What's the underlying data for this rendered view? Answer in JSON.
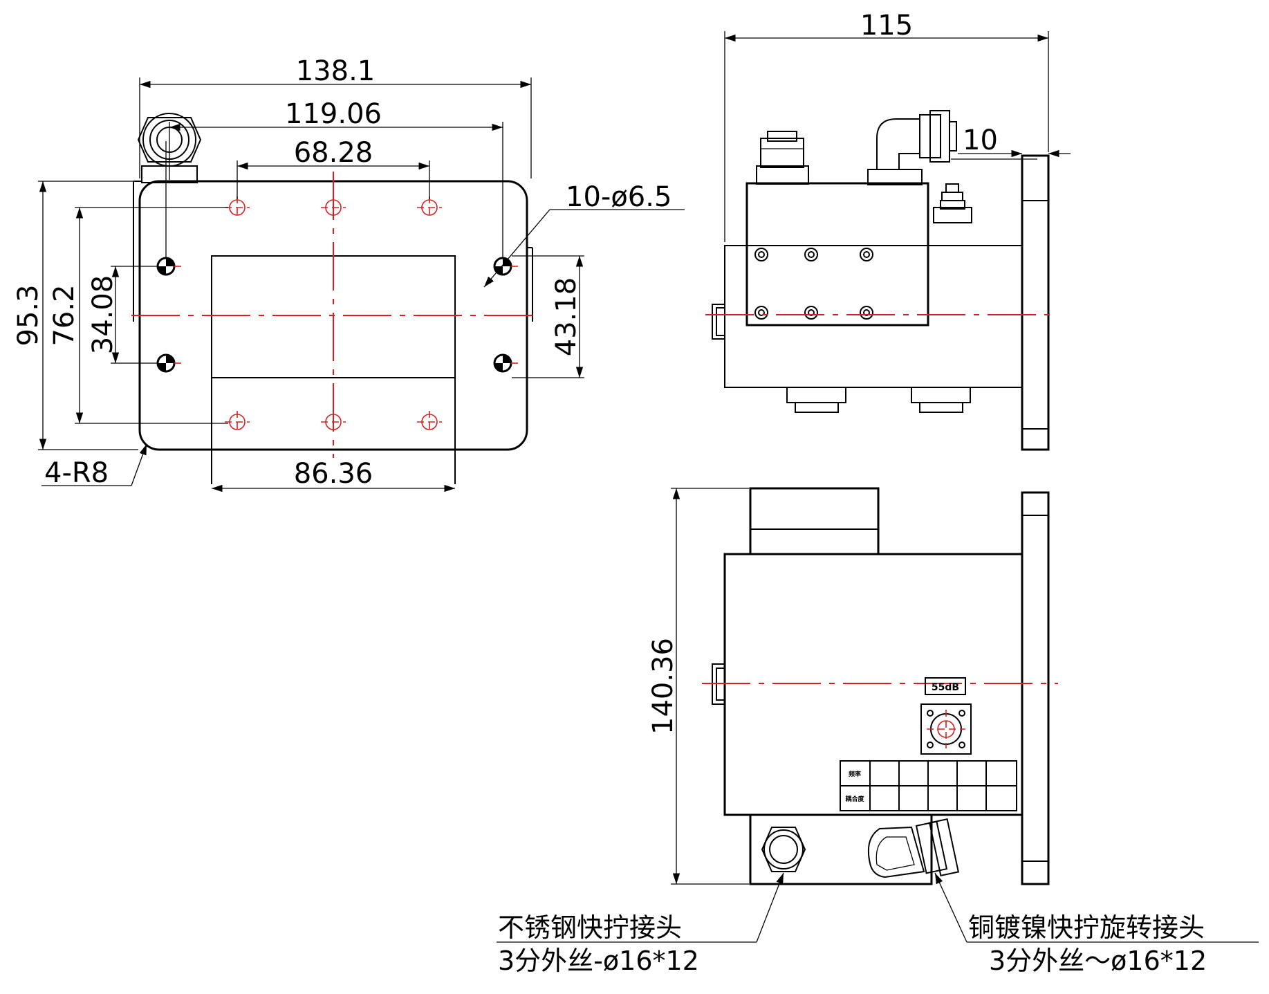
{
  "front_view": {
    "overall_width": "138.1",
    "hole_span": "119.06",
    "top_hole_pitch": "68.28",
    "hole_callout": "10-ø6.5",
    "overall_height": "95.3",
    "inner_height": "76.2",
    "left_hole_pitch": "34.08",
    "right_slot_height": "43.18",
    "corner_radius": "4-R8",
    "window_width": "86.36"
  },
  "side_view": {
    "length": "115",
    "flange_offset": "10"
  },
  "bottom_view": {
    "height": "140.36",
    "coupling_label": "55dB",
    "table_row_1": "频率",
    "table_row_2": "耦合度"
  },
  "callouts": {
    "left_title": "不锈钢快拧接头",
    "left_spec": "3分外丝-ø16*12",
    "right_title": "铜镀镍快拧旋转接头",
    "right_spec": "3分外丝～ø16*12"
  },
  "colors": {
    "line": "#000000",
    "centerline": "#d62020",
    "background": "#ffffff"
  }
}
